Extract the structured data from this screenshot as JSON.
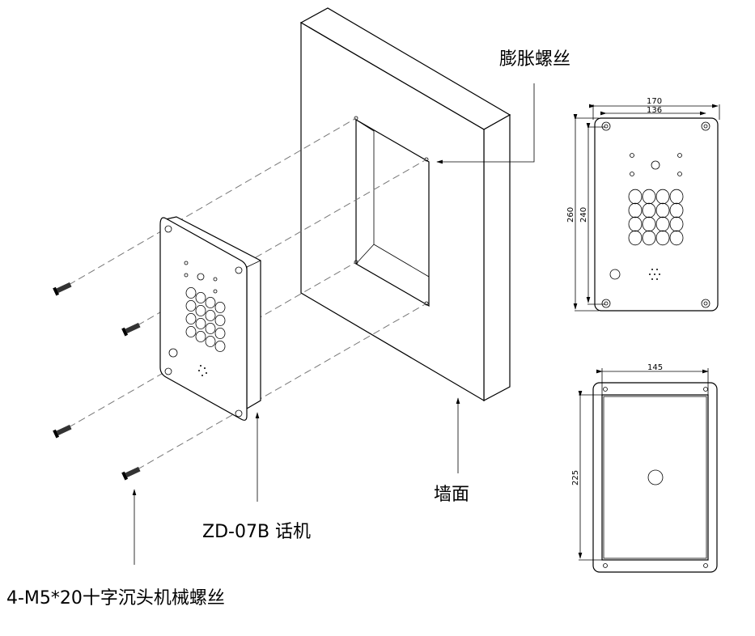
{
  "labels": {
    "expansion_screw": "膨胀螺丝",
    "wall": "墙面",
    "phone": "ZD-07B 话机",
    "screws": "4-M5*20十字沉头机械螺丝"
  },
  "front_view": {
    "width": "170",
    "hole_spacing_x": "136",
    "height": "260",
    "hole_spacing_y": "240"
  },
  "back_box_view": {
    "width": "145",
    "height": "225"
  }
}
